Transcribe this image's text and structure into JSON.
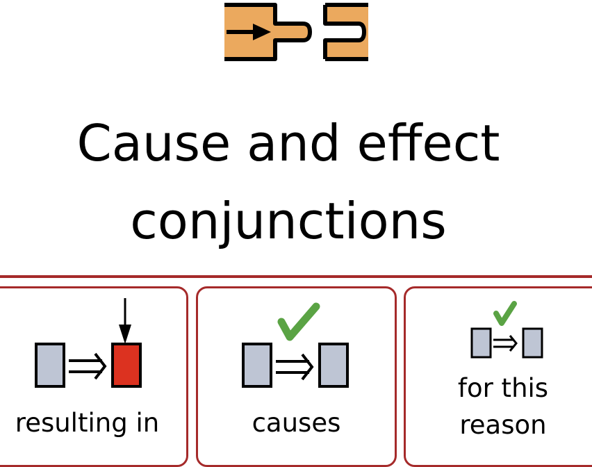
{
  "header": {
    "icon": "cause-effect-connector-icon",
    "title_line1": "Cause and effect",
    "title_line2": "conjunctions"
  },
  "colors": {
    "accent": "#a52a2a",
    "icon_orange": "#eba95e",
    "box_grey": "#bec5d4",
    "box_red": "#dc3220",
    "check_green": "#5aa344"
  },
  "cards": [
    {
      "label_lines": [
        "resulting in"
      ],
      "icon": "result-arrow-icon"
    },
    {
      "label_lines": [
        "causes"
      ],
      "icon": "cause-check-icon"
    },
    {
      "label_lines": [
        "for this",
        "reason"
      ],
      "icon": "reason-check-icon"
    }
  ]
}
